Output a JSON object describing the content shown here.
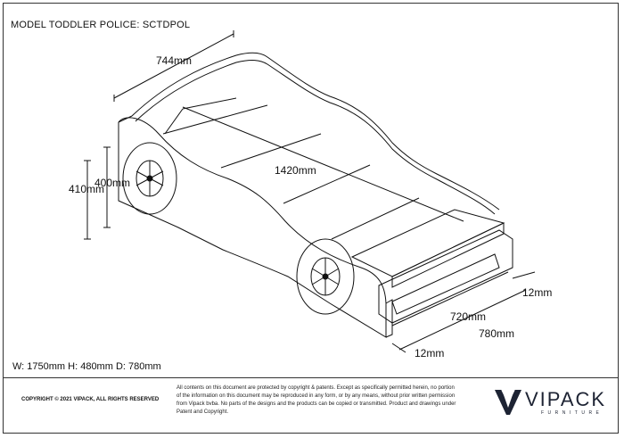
{
  "title": "MODEL TODDLER POLICE: SCTDPOL",
  "dimensions_text": "W: 1750mm H: 480mm D: 780mm",
  "labels": {
    "width_top": "744mm",
    "height_400": "400mm",
    "height_410": "410mm",
    "length": "1420mm",
    "thickness_right": "12mm",
    "depth_720": "720mm",
    "depth_780": "780mm",
    "thickness_bottom": "12mm"
  },
  "footer": {
    "copyright": "COPYRIGHT © 2021 VIPACK, ALL RIGHTS RESERVED",
    "legal": "All contents on this document are protected by copyright & patents. Except as specifically permitted herein, no portion of the information on this document may be reproduced in any form, or by any means, without prior written permission from Vipack bvba. No parts of the designs and the products can be copied or transmitted. Product and drawings under Patent and Copyright.",
    "brand": "VIPACK",
    "brand_sub": "FURNITURE"
  },
  "colors": {
    "line": "#111111",
    "brand": "#1d2333"
  }
}
